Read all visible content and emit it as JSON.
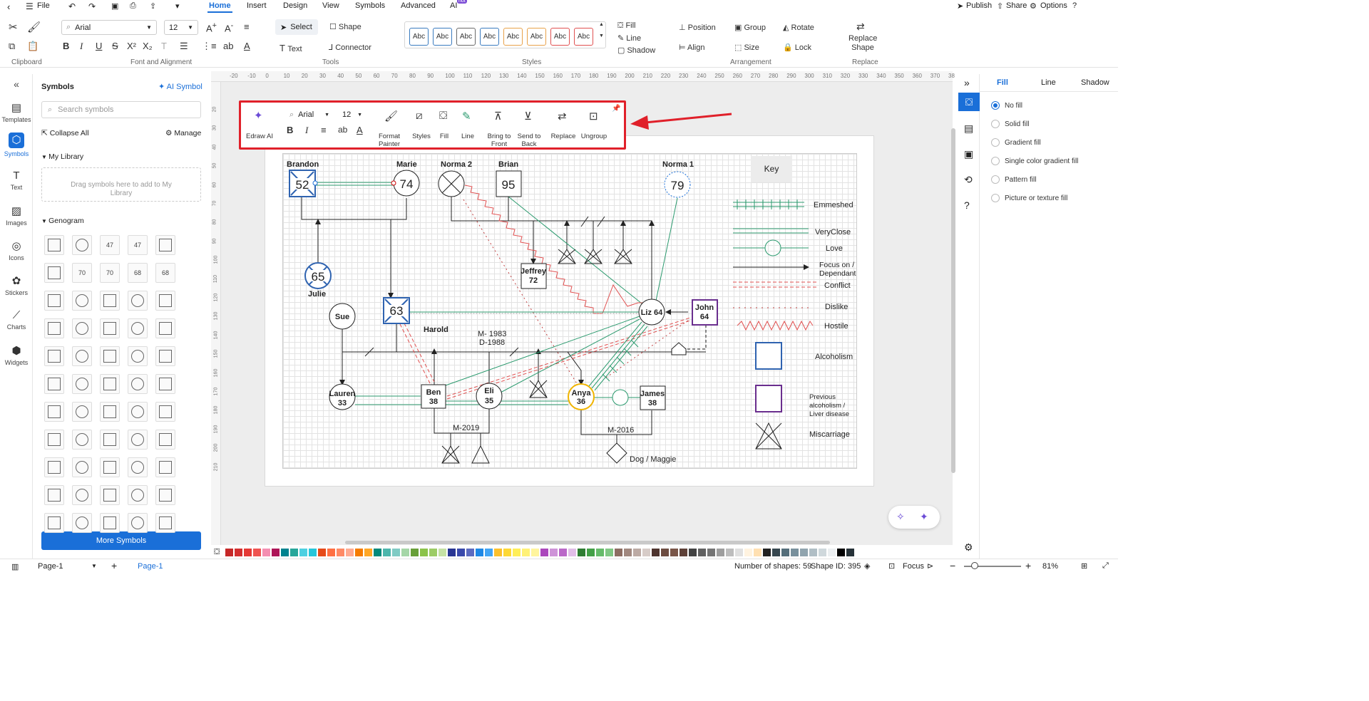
{
  "menubar": {
    "file_label": "File",
    "tabs": [
      "Home",
      "Insert",
      "Design",
      "View",
      "Symbols",
      "Advanced",
      "AI"
    ],
    "ai_badge": "hot",
    "right": [
      "Publish",
      "Share",
      "Options"
    ]
  },
  "ribbon": {
    "font_name": "Arial",
    "font_size": "12",
    "select_label": "Select",
    "shape_label": "Shape",
    "text_label": "Text",
    "connector_label": "Connector",
    "style_sample": "Abc",
    "style_colors": [
      "#3a7bbf",
      "#3a7bbf",
      "#6a6a6a",
      "#3a7bbf",
      "#e8a24a",
      "#e8a24a",
      "#e05050",
      "#e05050"
    ],
    "fill_label": "Fill",
    "line_label": "Line",
    "shadow_label": "Shadow",
    "position_label": "Position",
    "group_label": "Group",
    "rotate_label": "Rotate",
    "align_label": "Align",
    "size_label": "Size",
    "lock_label": "Lock",
    "replace_shape_label": "Replace Shape",
    "groups": [
      "Clipboard",
      "Font and Alignment",
      "Tools",
      "Styles",
      "Arrangement",
      "Replace"
    ]
  },
  "leftrail": [
    "Templates",
    "Symbols",
    "Text",
    "Images",
    "Icons",
    "Stickers",
    "Charts",
    "Widgets"
  ],
  "symbols": {
    "title": "Symbols",
    "ai_symbol": "AI Symbol",
    "search_placeholder": "Search symbols",
    "collapse_all": "Collapse All",
    "manage": "Manage",
    "my_library": "My Library",
    "drag_hint": "Drag symbols here to add to My Library",
    "genogram": "Genogram",
    "more_symbols": "More Symbols",
    "cell_labels": {
      "c3": "47",
      "c4": "47",
      "c7": "70",
      "c8": "70",
      "c9": "68",
      "c10": "68"
    }
  },
  "floatbar": {
    "edraw_ai": "Edraw AI",
    "font_name": "Arial",
    "font_size": "12",
    "format_painter": "Format Painter",
    "styles": "Styles",
    "fill": "Fill",
    "line": "Line",
    "bring_to_front": "Bring to Front",
    "send_to_back": "Send to Back",
    "replace": "Replace",
    "ungroup": "Ungroup"
  },
  "ruler_top": [
    "-20",
    "-10",
    "0",
    "10",
    "20",
    "30",
    "40",
    "50",
    "60",
    "70",
    "80",
    "90",
    "100",
    "110",
    "120",
    "130",
    "140",
    "150",
    "160",
    "170",
    "180",
    "190",
    "200",
    "210",
    "220",
    "230",
    "240",
    "250",
    "260",
    "270",
    "280",
    "290",
    "300",
    "310",
    "320",
    "330",
    "340",
    "350",
    "360",
    "370",
    "38"
  ],
  "ruler_left": [
    "20",
    "30",
    "40",
    "50",
    "60",
    "70",
    "80",
    "90",
    "100",
    "110",
    "120",
    "130",
    "140",
    "150",
    "160",
    "170",
    "180",
    "190",
    "200",
    "210"
  ],
  "diagram": {
    "people": {
      "brandon": {
        "name": "Brandon",
        "age": "52"
      },
      "marie": {
        "name": "Marie",
        "age": "74"
      },
      "norma2": {
        "name": "Norma 2"
      },
      "brian": {
        "name": "Brian",
        "age": "95"
      },
      "norma1": {
        "name": "Norma 1",
        "age": "79"
      },
      "julie": {
        "name": "Julie",
        "age": "65"
      },
      "jeffrey": {
        "name": "Jeffrey",
        "age": "72"
      },
      "sue": {
        "name": "Sue"
      },
      "harold": {
        "name": "Harold",
        "age": "63"
      },
      "liz": {
        "label": "Liz 64"
      },
      "john": {
        "name": "John",
        "age": "64"
      },
      "lauren": {
        "name": "Lauren",
        "age": "33"
      },
      "ben": {
        "name": "Ben",
        "age": "38"
      },
      "eli": {
        "name": "Eli",
        "age": "35"
      },
      "anya": {
        "name": "Anya",
        "age": "36"
      },
      "james": {
        "name": "James",
        "age": "38"
      }
    },
    "marriage_1": "M- 1983",
    "divorce_1": "D-1988",
    "marriage_2": "M-2019",
    "marriage_3": "M-2016",
    "pet": "Dog / Maggie"
  },
  "key": {
    "title": "Key",
    "items": [
      "Emmeshed",
      "VeryClose",
      "Love",
      "Focus on / Dependant",
      "Conflict",
      "Dislike",
      "Hostile",
      "Alcoholism",
      "Previous alcoholism / Liver disease",
      "Miscarriage"
    ]
  },
  "rightpanel": {
    "tabs": [
      "Fill",
      "Line",
      "Shadow"
    ],
    "options": [
      "No fill",
      "Solid fill",
      "Gradient fill",
      "Single color gradient fill",
      "Pattern fill",
      "Picture or texture fill"
    ]
  },
  "palette": [
    "#c62828",
    "#d32f2f",
    "#e53935",
    "#ef5350",
    "#f48fb1",
    "#ad1457",
    "#00838f",
    "#26a69a",
    "#4dd0e1",
    "#26c6da",
    "#e64a19",
    "#ff7043",
    "#ff8a65",
    "#ffab91",
    "#f57c00",
    "#ffa726",
    "#00897b",
    "#4db6ac",
    "#80cbc4",
    "#a5d6a7",
    "#689f38",
    "#8bc34a",
    "#9ccc65",
    "#c5e1a5",
    "#283593",
    "#3949ab",
    "#5c6bc0",
    "#1e88e5",
    "#42a5f5",
    "#fbc02d",
    "#fdd835",
    "#ffee58",
    "#fff176",
    "#fff59d",
    "#ab47bc",
    "#ce93d8",
    "#ba68c8",
    "#e1bee7",
    "#2e7d32",
    "#43a047",
    "#66bb6a",
    "#81c784",
    "#8d6e63",
    "#a1887f",
    "#bcaaa4",
    "#d7ccc8",
    "#4e342e",
    "#6d4c41",
    "#795548",
    "#5d4037",
    "#424242",
    "#616161",
    "#757575",
    "#9e9e9e",
    "#bdbdbd",
    "#e0e0e0",
    "#fff3e0",
    "#ffe0b2",
    "#212121",
    "#37474f",
    "#546e7a",
    "#78909c",
    "#90a4ae",
    "#b0bec5",
    "#cfd8dc",
    "#eceff1",
    "#000000",
    "#263238"
  ],
  "status": {
    "page_select": "Page-1",
    "page_tab": "Page-1",
    "shapes": "Number of shapes: 59",
    "shape_id": "Shape ID: 395",
    "focus": "Focus",
    "zoom": "81%"
  }
}
